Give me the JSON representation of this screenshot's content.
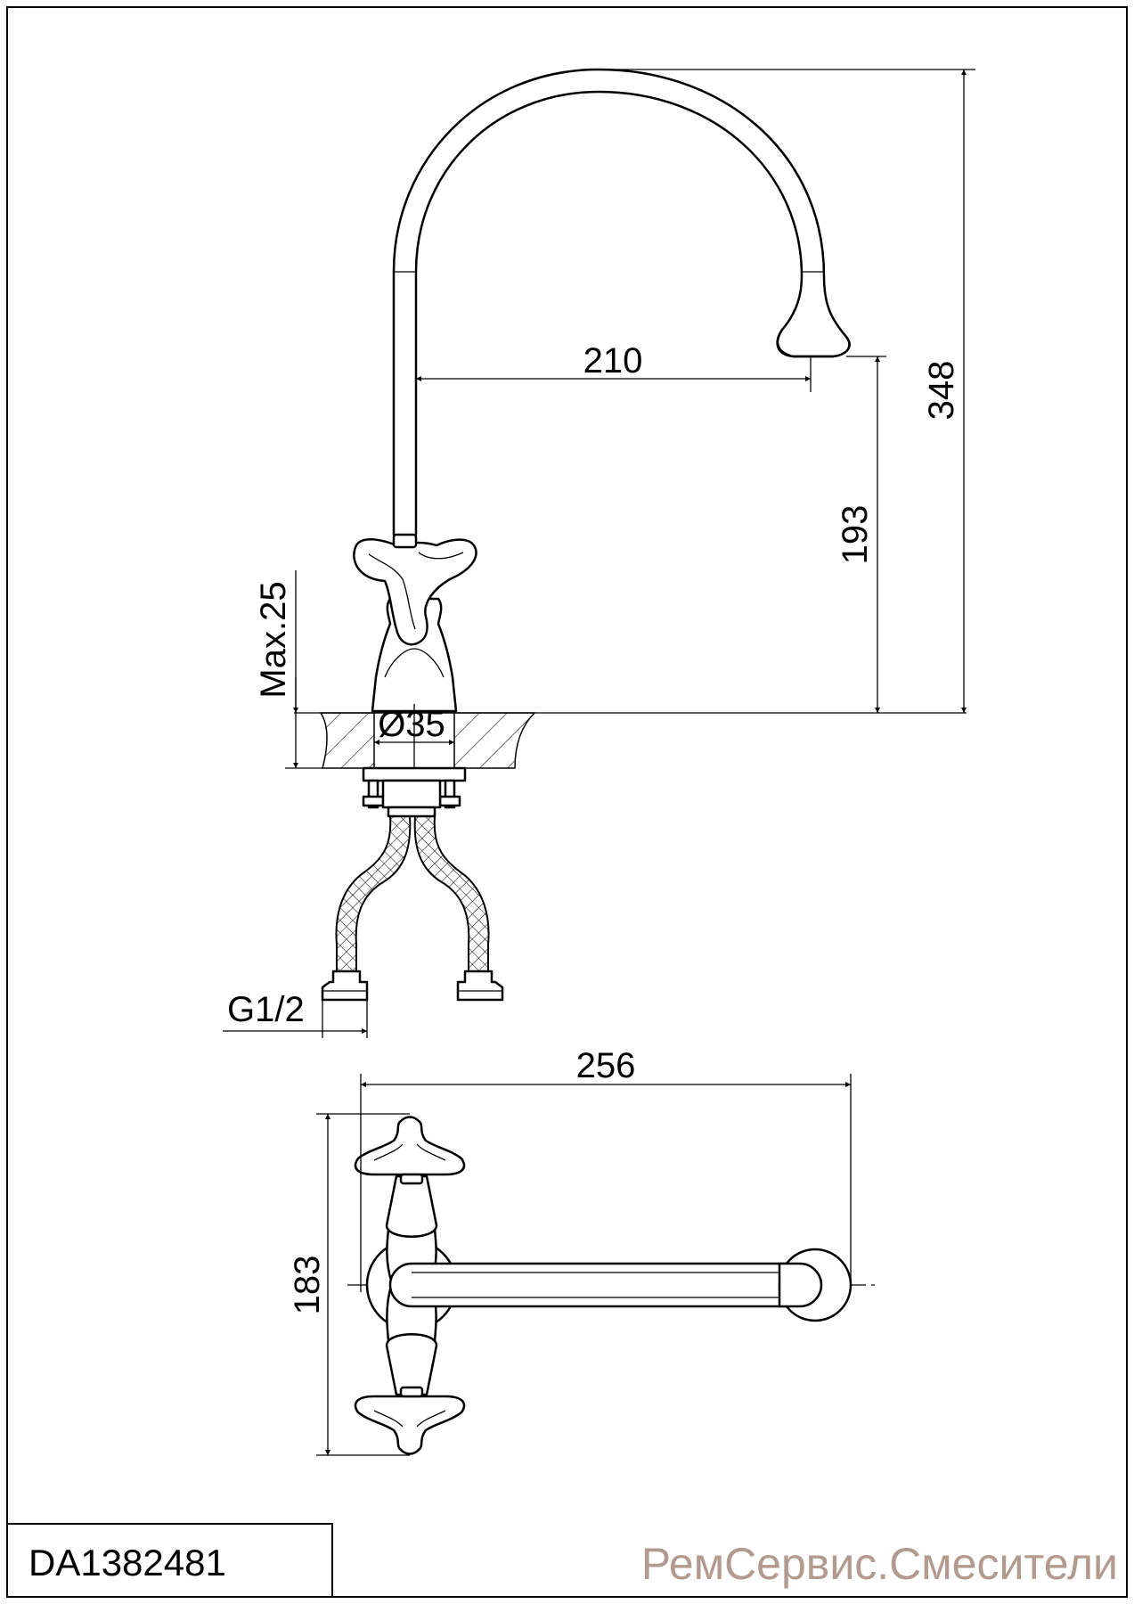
{
  "dimensions": {
    "spout_reach": "210",
    "total_height": "348",
    "spout_height": "193",
    "max_thickness": "Max.25",
    "hole_diameter": "Ø35",
    "thread": "G1/2",
    "top_width": "256",
    "top_depth": "183"
  },
  "model_code": "DA1382481",
  "watermark": "РемСервис.Смесители"
}
